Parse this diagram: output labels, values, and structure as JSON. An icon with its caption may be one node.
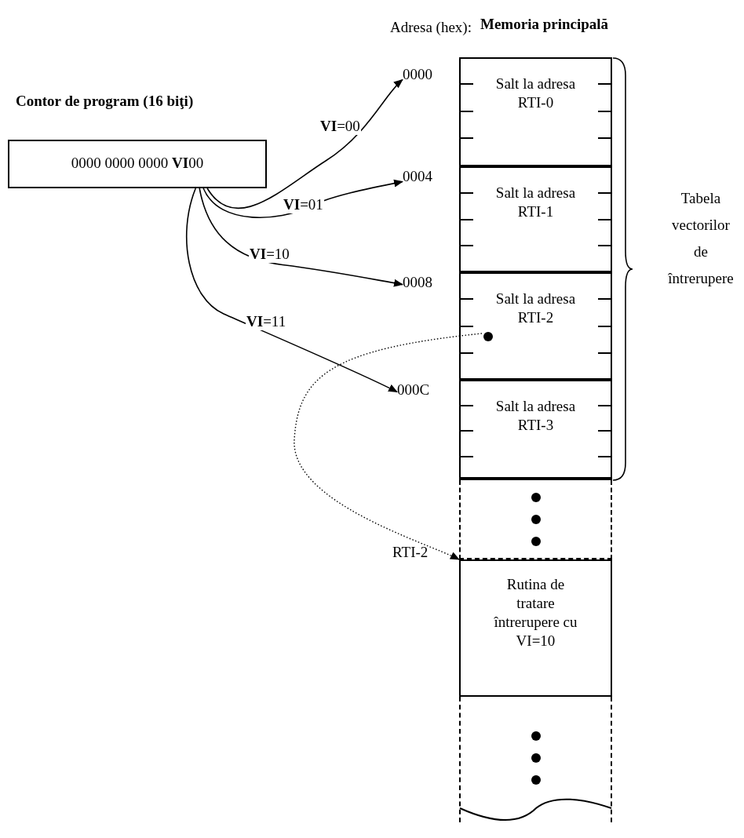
{
  "diagram": {
    "nodes": [
      {
        "text": [
          "Contor de program (16 biţi)",
          "0000 0000 0000 **VI**00"
        ]
      },
      {
        "text": [
          "0000"
        ]
      },
      {
        "text": [
          "0004"
        ]
      },
      {
        "text": [
          "0008"
        ]
      },
      {
        "text": [
          "000C"
        ]
      },
      {
        "text": [
          "Memoria principală"
        ]
      },
      {
        "text": [
          "Salt la adresa RTI-0"
        ],
        "in": 5
      },
      {
        "text": [
          "Salt la adresa RTI-1"
        ],
        "in": 5
      },
      {
        "text": [
          "Salt la adresa RTI-2"
        ],
        "in": 5
      },
      {
        "text": [
          "Salt la adresa RTI-3"
        ],
        "in": 5
      },
      {
        "text": [],
        "shape": "box",
        "in": 5
      },
      {
        "text": [
          "Rutina de tratare întrerupere cu VI=10"
        ],
        "in": 5,
        "beside": [
          "RTI-2"
        ]
      },
      {
        "text": [],
        "shape": "box",
        "in": 5
      },
      {
        "text": [],
        "shape": "circle",
        "in": 8
      }
    ],
    "edges": [
      {
        "from": 0,
        "to": 1,
        "arrow": "to",
        "label": "**VI**=00"
      },
      {
        "from": 0,
        "to": 2,
        "arrow": "to",
        "label": "**VI**=01"
      },
      {
        "from": 0,
        "to": 3,
        "arrow": "to",
        "label": "**VI**=10"
      },
      {
        "from": 0,
        "to": 4,
        "arrow": "to",
        "label": "**VI**=11"
      },
      {
        "from": 13,
        "to": 11,
        "arrow": "to",
        "style": "dashed"
      }
    ],
    "labels": [
      "Adresa (hex):",
      "Tabela vectorilor de întrerupere"
    ]
  }
}
